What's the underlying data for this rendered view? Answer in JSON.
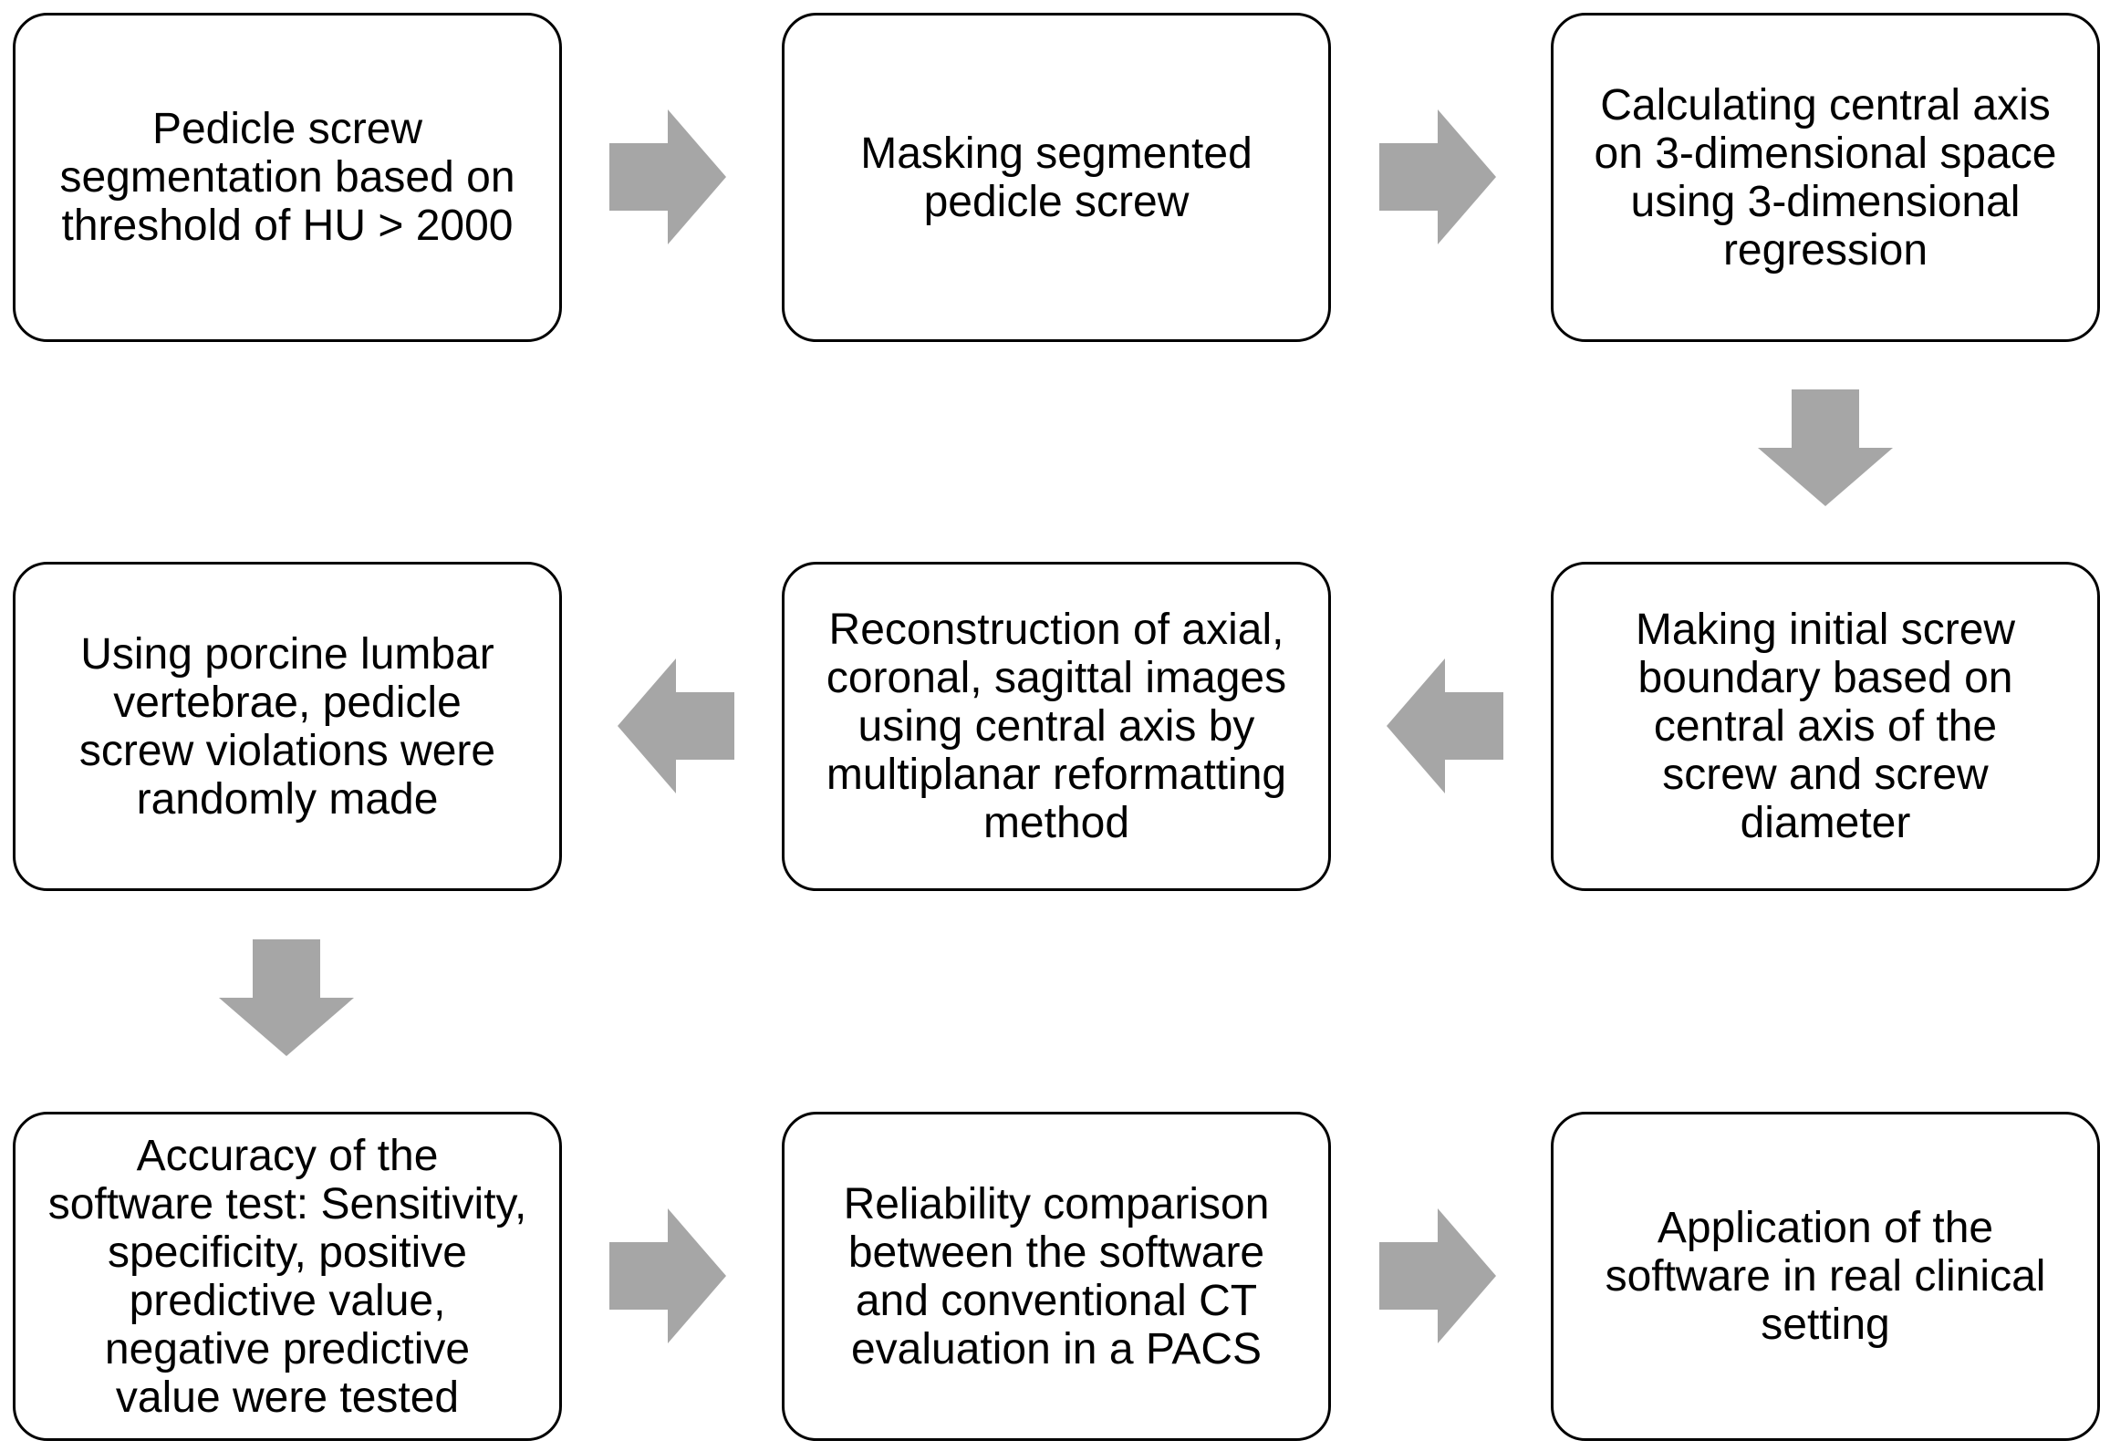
{
  "colors": {
    "box_border": "#000000",
    "box_fill": "#ffffff",
    "arrow_fill": "#a6a6a6",
    "text": "#000000"
  },
  "steps": [
    {
      "id": "step-1",
      "text": "Pedicle screw\nsegmentation based on\nthreshold of HU > 2000"
    },
    {
      "id": "step-2",
      "text": "Masking segmented\npedicle screw"
    },
    {
      "id": "step-3",
      "text": "Calculating central axis\non 3-dimensional space\nusing 3-dimensional\nregression"
    },
    {
      "id": "step-4",
      "text": "Making initial screw\nboundary based on\ncentral axis of the\nscrew and screw\ndiameter"
    },
    {
      "id": "step-5",
      "text": "Reconstruction of axial,\ncoronal, sagittal images\nusing central axis by\nmultiplanar reformatting\nmethod"
    },
    {
      "id": "step-6",
      "text": "Using porcine lumbar\nvertebrae, pedicle\nscrew violations were\nrandomly made"
    },
    {
      "id": "step-7",
      "text": "Accuracy of the\nsoftware test: Sensitivity,\nspecificity, positive\npredictive value,\nnegative predictive\nvalue were tested"
    },
    {
      "id": "step-8",
      "text": "Reliability comparison\nbetween the software\nand conventional CT\nevaluation in a PACS"
    },
    {
      "id": "step-9",
      "text": "Application of the\nsoftware in real clinical\nsetting"
    }
  ],
  "connectors": [
    {
      "from": "step-1",
      "to": "step-2",
      "direction": "right"
    },
    {
      "from": "step-2",
      "to": "step-3",
      "direction": "right"
    },
    {
      "from": "step-3",
      "to": "step-4",
      "direction": "down"
    },
    {
      "from": "step-4",
      "to": "step-5",
      "direction": "left"
    },
    {
      "from": "step-5",
      "to": "step-6",
      "direction": "left"
    },
    {
      "from": "step-6",
      "to": "step-7",
      "direction": "down"
    },
    {
      "from": "step-7",
      "to": "step-8",
      "direction": "right"
    },
    {
      "from": "step-8",
      "to": "step-9",
      "direction": "right"
    }
  ]
}
